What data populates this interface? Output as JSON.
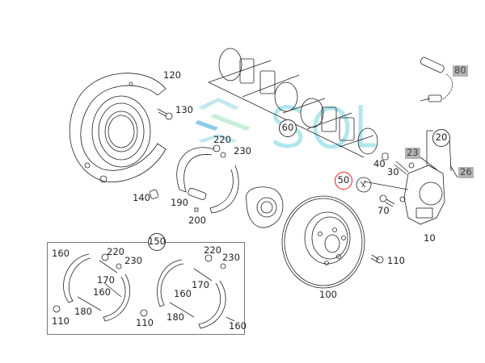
{
  "diagram": {
    "title": "Rear brake assembly parts diagram",
    "watermark": {
      "text": "SOL",
      "color_primary": "#4dc8d8",
      "color_secondary": "#8fdcc0",
      "color_blue": "#5bb6e6"
    },
    "highlight_color": "#b3b3b3",
    "selected_ring_color": "#e0191b",
    "callouts": {
      "c120": "120",
      "c130": "130",
      "c140": "140",
      "c60": "60",
      "c80": "80",
      "c20": "20",
      "c23": "23",
      "c26": "26",
      "c40": "40",
      "c30": "30",
      "c50": "50",
      "c70": "70",
      "c10": "10",
      "c220_top": "220",
      "c230_top": "230",
      "c190": "190",
      "c200": "200",
      "c100": "100",
      "c110_right": "110",
      "c150": "150",
      "kit_left": {
        "c160_a": "160",
        "c220": "220",
        "c230": "230",
        "c170": "170",
        "c160_b": "160",
        "c180": "180",
        "c110_a": "110",
        "c110_b": "110"
      },
      "kit_right": {
        "c220": "220",
        "c230": "230",
        "c170": "170",
        "c160_a": "160",
        "c180": "180",
        "c160_b": "160"
      }
    }
  }
}
